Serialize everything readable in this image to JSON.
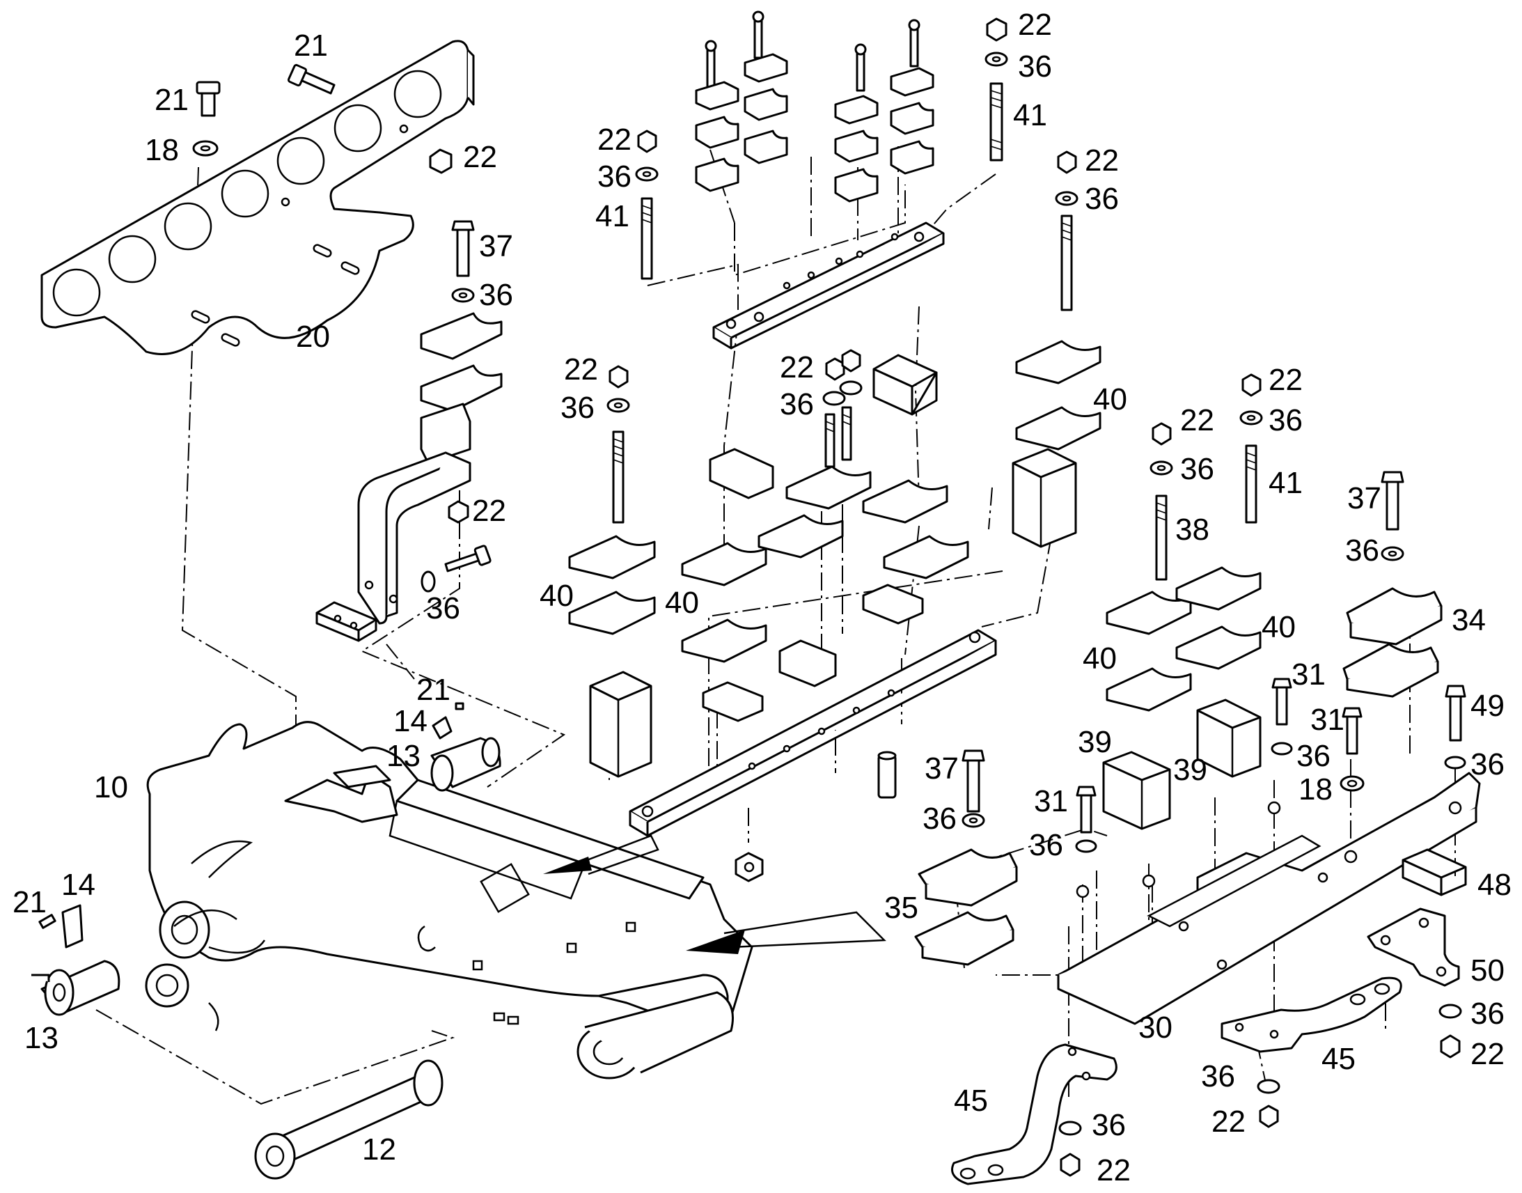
{
  "callouts": [
    {
      "id": "c-21a",
      "text": "21"
    },
    {
      "id": "c-21b",
      "text": "21"
    },
    {
      "id": "c-18a",
      "text": "18"
    },
    {
      "id": "c-22a",
      "text": "22"
    },
    {
      "id": "c-20",
      "text": "20"
    },
    {
      "id": "c-37a",
      "text": "37"
    },
    {
      "id": "c-36a",
      "text": "36"
    },
    {
      "id": "c-22b",
      "text": "22"
    },
    {
      "id": "c-36b",
      "text": "36"
    },
    {
      "id": "c-22c",
      "text": "22"
    },
    {
      "id": "c-36c",
      "text": "36"
    },
    {
      "id": "c-41a",
      "text": "41"
    },
    {
      "id": "c-22d",
      "text": "22"
    },
    {
      "id": "c-36d",
      "text": "36"
    },
    {
      "id": "c-41b",
      "text": "41"
    },
    {
      "id": "c-22e",
      "text": "22"
    },
    {
      "id": "c-36e",
      "text": "36"
    },
    {
      "id": "c-22f",
      "text": "22"
    },
    {
      "id": "c-36f",
      "text": "36"
    },
    {
      "id": "c-22g",
      "text": "22"
    },
    {
      "id": "c-36g",
      "text": "36"
    },
    {
      "id": "c-40a",
      "text": "40"
    },
    {
      "id": "c-40b",
      "text": "40"
    },
    {
      "id": "c-40c",
      "text": "40"
    },
    {
      "id": "c-21c",
      "text": "21"
    },
    {
      "id": "c-14a",
      "text": "14"
    },
    {
      "id": "c-13a",
      "text": "13"
    },
    {
      "id": "c-10",
      "text": "10"
    },
    {
      "id": "c-21d",
      "text": "21"
    },
    {
      "id": "c-14b",
      "text": "14"
    },
    {
      "id": "c-13b",
      "text": "13"
    },
    {
      "id": "c-12",
      "text": "12"
    },
    {
      "id": "c-22h",
      "text": "22"
    },
    {
      "id": "c-36h",
      "text": "36"
    },
    {
      "id": "c-22i",
      "text": "22"
    },
    {
      "id": "c-36i",
      "text": "36"
    },
    {
      "id": "c-41c",
      "text": "41"
    },
    {
      "id": "c-38",
      "text": "38"
    },
    {
      "id": "c-37b",
      "text": "37"
    },
    {
      "id": "c-36j",
      "text": "36"
    },
    {
      "id": "c-40d",
      "text": "40"
    },
    {
      "id": "c-40e",
      "text": "40"
    },
    {
      "id": "c-34",
      "text": "34"
    },
    {
      "id": "c-31a",
      "text": "31"
    },
    {
      "id": "c-31b",
      "text": "31"
    },
    {
      "id": "c-49",
      "text": "49"
    },
    {
      "id": "c-39a",
      "text": "39"
    },
    {
      "id": "c-39b",
      "text": "39"
    },
    {
      "id": "c-36k",
      "text": "36"
    },
    {
      "id": "c-18b",
      "text": "18"
    },
    {
      "id": "c-36l",
      "text": "36"
    },
    {
      "id": "c-37c",
      "text": "37"
    },
    {
      "id": "c-36m",
      "text": "36"
    },
    {
      "id": "c-31c",
      "text": "31"
    },
    {
      "id": "c-36n",
      "text": "36"
    },
    {
      "id": "c-35",
      "text": "35"
    },
    {
      "id": "c-48",
      "text": "48"
    },
    {
      "id": "c-50",
      "text": "50"
    },
    {
      "id": "c-30",
      "text": "30"
    },
    {
      "id": "c-36o",
      "text": "36"
    },
    {
      "id": "c-22j",
      "text": "22"
    },
    {
      "id": "c-45a",
      "text": "45"
    },
    {
      "id": "c-45b",
      "text": "45"
    },
    {
      "id": "c-36p",
      "text": "36"
    },
    {
      "id": "c-22k",
      "text": "22"
    },
    {
      "id": "c-36q",
      "text": "36"
    },
    {
      "id": "c-22l",
      "text": "22"
    }
  ]
}
